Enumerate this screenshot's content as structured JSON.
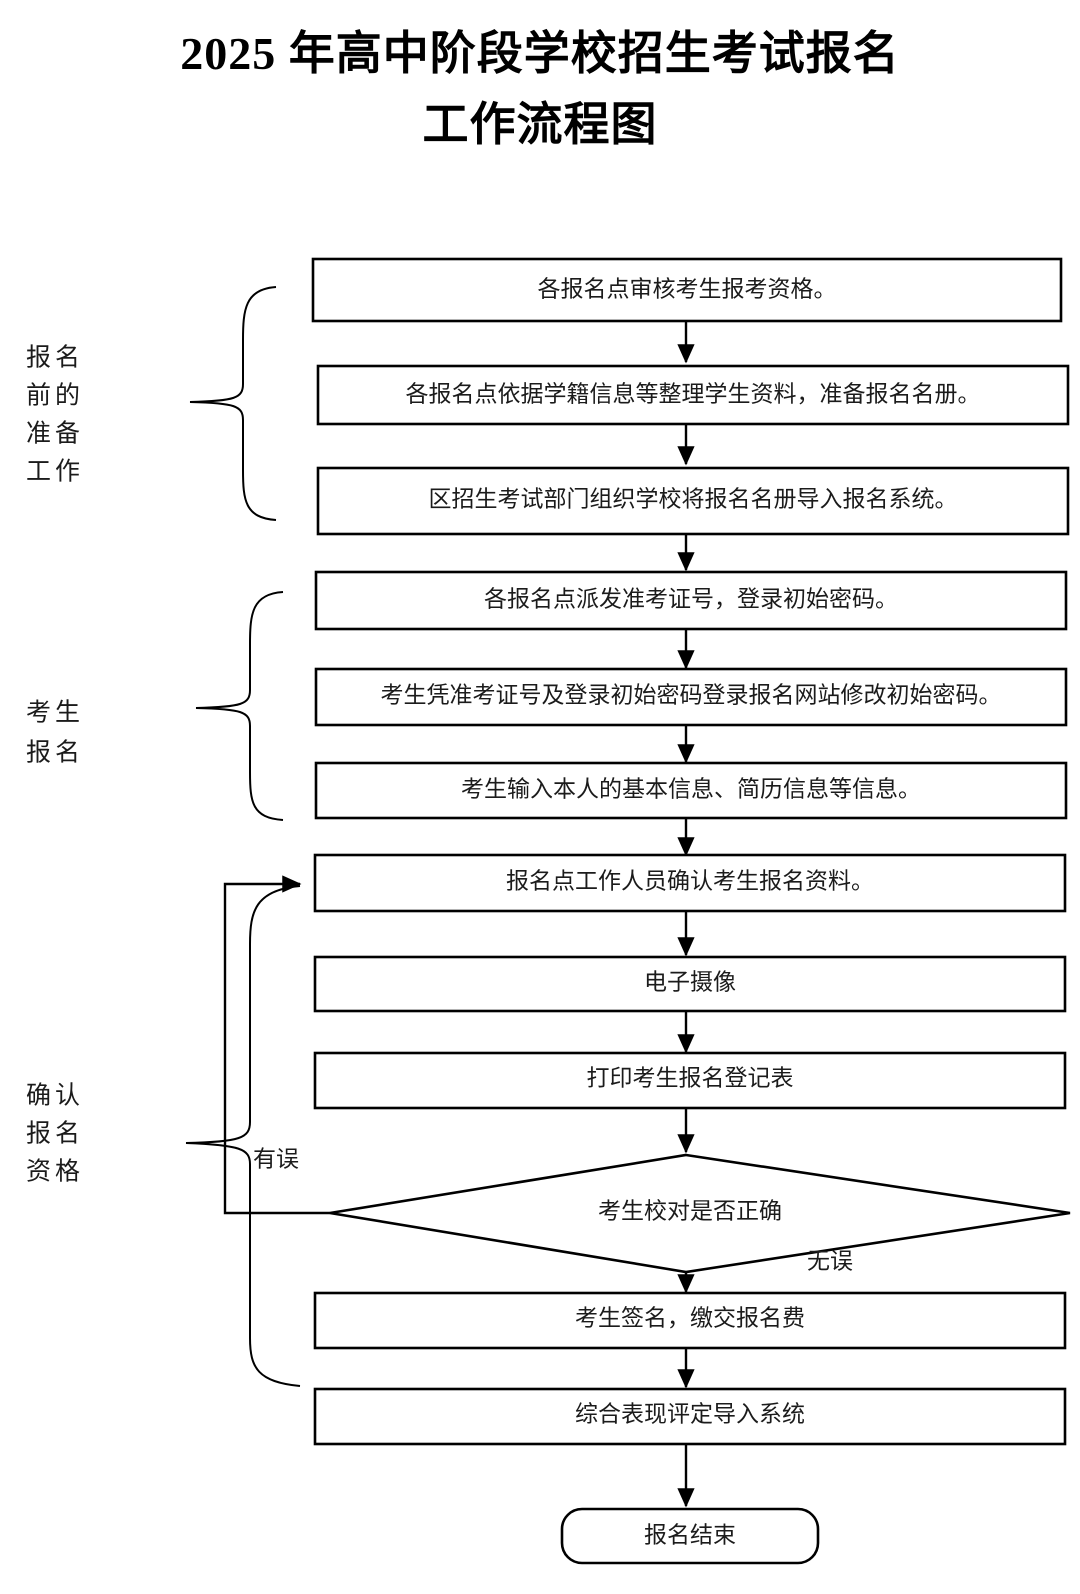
{
  "title": {
    "line1": "2025 年高中阶段学校招生考试报名",
    "line2": "工作流程图"
  },
  "chart_data": {
    "type": "diagram",
    "diagram_kind": "flowchart",
    "title": "2025 年高中阶段学校招生考试报名工作流程图",
    "orientation": "top-to-bottom",
    "nodes": [
      {
        "id": "n1",
        "shape": "process",
        "label": "各报名点审核考生报考资格。"
      },
      {
        "id": "n2",
        "shape": "process",
        "label": "各报名点依据学籍信息等整理学生资料，准备报名名册。"
      },
      {
        "id": "n3",
        "shape": "process",
        "label": "区招生考试部门组织学校将报名名册导入报名系统。"
      },
      {
        "id": "n4",
        "shape": "process",
        "label": "各报名点派发准考证号，登录初始密码。"
      },
      {
        "id": "n5",
        "shape": "process",
        "label": "考生凭准考证号及登录初始密码登录报名网站修改初始密码。"
      },
      {
        "id": "n6",
        "shape": "process",
        "label": "考生输入本人的基本信息、简历信息等信息。"
      },
      {
        "id": "n7",
        "shape": "process",
        "label": "报名点工作人员确认考生报名资料。"
      },
      {
        "id": "n8",
        "shape": "process",
        "label": "电子摄像"
      },
      {
        "id": "n9",
        "shape": "process",
        "label": "打印考生报名登记表"
      },
      {
        "id": "n10",
        "shape": "decision",
        "label": "考生校对是否正确"
      },
      {
        "id": "n11",
        "shape": "process",
        "label": "考生签名，缴交报名费"
      },
      {
        "id": "n12",
        "shape": "process",
        "label": "综合表现评定导入系统"
      },
      {
        "id": "n13",
        "shape": "terminal",
        "label": "报名结束"
      }
    ],
    "edges": [
      {
        "from": "n1",
        "to": "n2",
        "label": ""
      },
      {
        "from": "n2",
        "to": "n3",
        "label": ""
      },
      {
        "from": "n3",
        "to": "n4",
        "label": ""
      },
      {
        "from": "n4",
        "to": "n5",
        "label": ""
      },
      {
        "from": "n5",
        "to": "n6",
        "label": ""
      },
      {
        "from": "n6",
        "to": "n7",
        "label": ""
      },
      {
        "from": "n7",
        "to": "n8",
        "label": ""
      },
      {
        "from": "n8",
        "to": "n9",
        "label": ""
      },
      {
        "from": "n9",
        "to": "n10",
        "label": ""
      },
      {
        "from": "n10",
        "to": "n7",
        "label": "有误"
      },
      {
        "from": "n10",
        "to": "n11",
        "label": "无误"
      },
      {
        "from": "n11",
        "to": "n12",
        "label": ""
      },
      {
        "from": "n12",
        "to": "n13",
        "label": ""
      }
    ],
    "edge_labels": {
      "error": "有误",
      "no_error": "无误"
    },
    "groups": [
      {
        "id": "g1",
        "label": "报名前的准备工作",
        "label_lines": [
          "报名",
          "前的",
          "准备",
          "工作"
        ],
        "nodes": [
          "n1",
          "n2",
          "n3"
        ]
      },
      {
        "id": "g2",
        "label": "考生报名",
        "label_lines": [
          "考生",
          "报名"
        ],
        "nodes": [
          "n4",
          "n5",
          "n6"
        ]
      },
      {
        "id": "g3",
        "label": "确认报名资格",
        "label_lines": [
          "确认",
          "报名",
          "资格"
        ],
        "nodes": [
          "n7",
          "n8",
          "n9",
          "n10",
          "n11",
          "n12"
        ]
      }
    ],
    "colors": {
      "stroke": "#000000",
      "fill": "#ffffff",
      "text": "#1b1b1b"
    }
  }
}
